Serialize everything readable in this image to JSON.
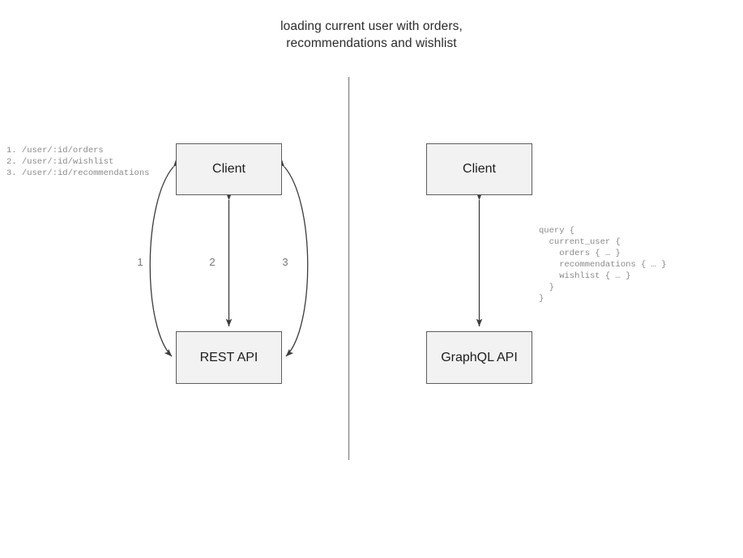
{
  "title": {
    "line1": "loading current user with orders,",
    "line2": "recommendations and wishlist"
  },
  "colors": {
    "node_fill": "#f2f2f2",
    "node_border": "#5e5e5e",
    "edge_stroke": "#3c3c3c",
    "divider": "#8c8c8c",
    "annotation_text": "#8a8a8a",
    "label_text": "#777777",
    "title_text": "#2b2b2b",
    "background": "#ffffff"
  },
  "rest_panel": {
    "client_label": "Client",
    "api_label": "REST API",
    "edge_labels": [
      "1",
      "2",
      "3"
    ],
    "endpoints_text": "1. /user/:id/orders\n2. /user/:id/wishlist\n3. /user/:id/recommendations",
    "endpoints": [
      {
        "number": "1.",
        "path": "/user/:id/orders"
      },
      {
        "number": "2.",
        "path": "/user/:id/wishlist"
      },
      {
        "number": "3.",
        "path": "/user/:id/recommendations"
      }
    ]
  },
  "graphql_panel": {
    "client_label": "Client",
    "api_label": "GraphQL API",
    "query_text": "query {\n  current_user {\n    orders { … }\n    recommendations { … }\n    wishlist { … }\n  }\n}",
    "query_lines": [
      "query {",
      "  current_user {",
      "    orders { … }",
      "    recommendations { … }",
      "    wishlist { … }",
      "  }",
      "}"
    ]
  }
}
